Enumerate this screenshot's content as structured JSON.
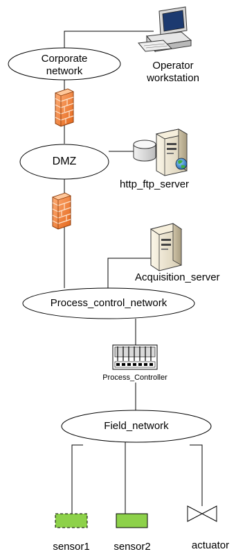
{
  "nodes": {
    "corporate_network": {
      "label_line1": "Corporate",
      "label_line2": "network"
    },
    "operator_workstation": {
      "label_line1": "Operator",
      "label_line2": "workstation"
    },
    "dmz": {
      "label": "DMZ"
    },
    "http_ftp_server": {
      "label": "http_ftp_server"
    },
    "acquisition_server": {
      "label": "Acquisition_server"
    },
    "process_control_network": {
      "label": "Process_control_network"
    },
    "process_controller": {
      "label": "Process_Controller"
    },
    "field_network": {
      "label": "Field_network"
    },
    "sensor1": {
      "label": "sensor1"
    },
    "sensor2": {
      "label": "sensor2"
    },
    "actuator": {
      "label": "actuator"
    }
  },
  "icons": {
    "workstation": "computer-workstation-icon",
    "firewall": "firewall-brick-icon",
    "server": "tower-server-icon",
    "database": "database-cylinder-icon",
    "globe": "globe-icon",
    "controller": "rack-controller-icon",
    "sensor": "sensor-block-icon",
    "valve": "valve-actuator-icon"
  },
  "colors": {
    "line": "#000000",
    "firewall_orange": "#f47a2a",
    "firewall_mortar": "#fde3cc",
    "sensor_green": "#8dd14a",
    "server_beige": "#efe6cf"
  }
}
